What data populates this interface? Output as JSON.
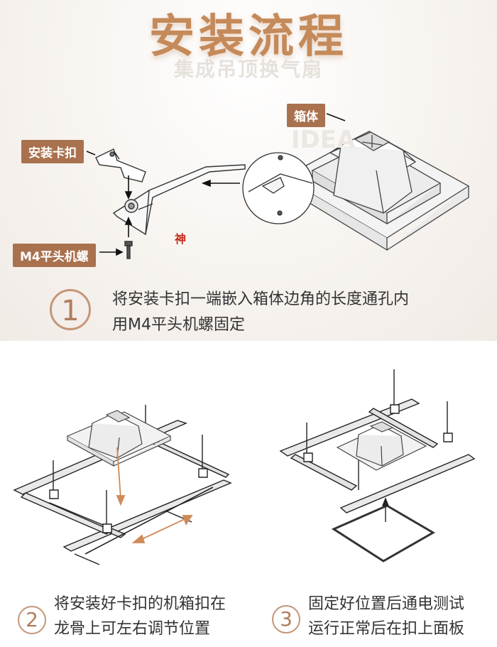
{
  "header": {
    "title": "安装流程",
    "subtitle": "集成吊顶换气扇"
  },
  "step1": {
    "number": "1",
    "labels": {
      "clip": "安装卡扣",
      "screw": "M4平头机螺",
      "box": "箱体"
    },
    "text_line1": "将安装卡扣一端嵌入箱体边角的长度通孔内",
    "text_line2": "用M4平头机螺固定"
  },
  "step2": {
    "number": "2",
    "text_line1": "将安装好卡扣的机箱扣在",
    "text_line2": "龙骨上可左右调节位置"
  },
  "step3": {
    "number": "3",
    "text_line1": "固定好位置后通电测试",
    "text_line2": "运行正常后在扣上面板"
  },
  "watermark": "神",
  "colors": {
    "accent": "#c58a5a",
    "tag_bg": "#a9714e",
    "arrow": "#d08a58"
  }
}
